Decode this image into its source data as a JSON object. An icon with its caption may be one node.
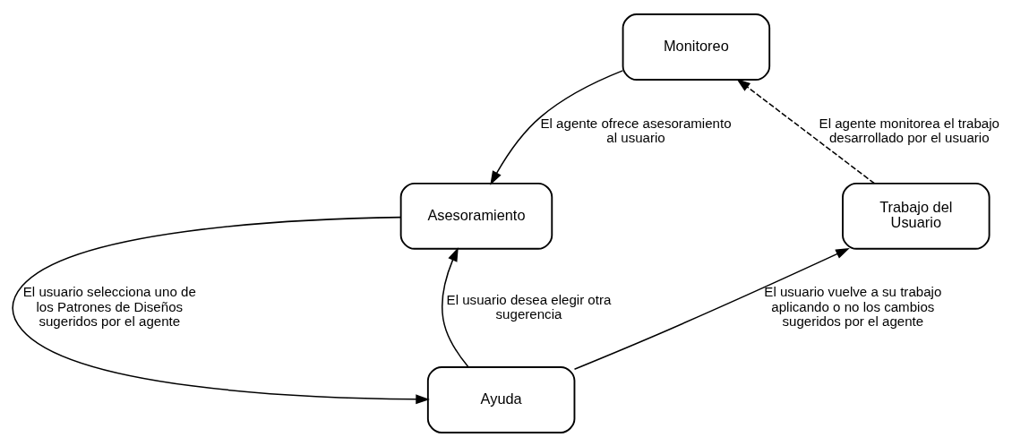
{
  "diagram": {
    "nodes": [
      {
        "text": [
          "Monitoreo"
        ]
      },
      {
        "text": [
          "Trabajo del Usuario"
        ]
      },
      {
        "text": [
          "Asesoramiento"
        ]
      },
      {
        "text": [
          "Ayuda"
        ]
      }
    ],
    "edges": [
      {
        "from": 1,
        "to": 0,
        "arrow": "to",
        "style": "dashed",
        "label": "El agente monitorea el trabajo desarrollado por el usuario"
      },
      {
        "from": 0,
        "to": 2,
        "arrow": "to",
        "label": "El agente ofrece asesoramiento al usuario"
      },
      {
        "from": 2,
        "to": 3,
        "arrow": "to",
        "label": "El usuario selecciona uno de los Patrones de Diseños sugeridos por el agente"
      },
      {
        "from": 3,
        "to": 2,
        "arrow": "to",
        "label": "El usuario desea elegir otra sugerencia"
      },
      {
        "from": 3,
        "to": 1,
        "arrow": "to",
        "label": "El usuario vuelve a su trabajo aplicando o no los cambios sugeridos por el agente"
      }
    ]
  }
}
